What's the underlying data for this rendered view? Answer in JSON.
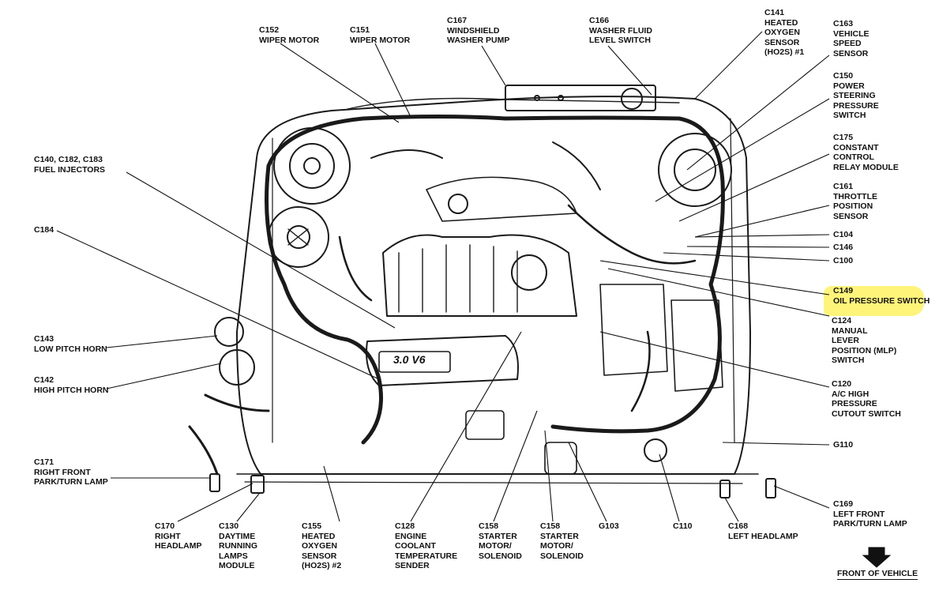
{
  "labels": {
    "c152": "C152\nWIPER MOTOR",
    "c151": "C151\nWIPER MOTOR",
    "c167": "C167\nWINDSHIELD\nWASHER PUMP",
    "c166": "C166\nWASHER FLUID\nLEVEL SWITCH",
    "c141": "C141\nHEATED\nOXYGEN\nSENSOR\n(HO2S) #1",
    "c163": "C163\nVEHICLE\nSPEED\nSENSOR",
    "c150": "C150\nPOWER\nSTEERING\nPRESSURE\nSWITCH",
    "c175": "C175\nCONSTANT\nCONTROL\nRELAY MODULE",
    "c161": "C161\nTHROTTLE\nPOSITION\nSENSOR",
    "c104": "C104",
    "c146": "C146",
    "c100": "C100",
    "c149": "C149\nOIL PRESSURE SWITCH",
    "c124": "C124\nMANUAL\nLEVER\nPOSITION (MLP)\nSWITCH",
    "c120": "C120\nA/C HIGH\nPRESSURE\nCUTOUT SWITCH",
    "g110": "G110",
    "c169": "C169\nLEFT FRONT\nPARK/TURN LAMP",
    "c168": "C168\nLEFT HEADLAMP",
    "c110": "C110",
    "g103": "G103",
    "c158a": "C158\nSTARTER\nMOTOR/\nSOLENOID",
    "c158b": "C158\nSTARTER\nMOTOR/\nSOLENOID",
    "c128": "C128\nENGINE\nCOOLANT\nTEMPERATURE\nSENDER",
    "c155": "C155\nHEATED\nOXYGEN\nSENSOR\n(HO2S) #2",
    "c130": "C130\nDAYTIME\nRUNNING\nLAMPS\nMODULE",
    "c170": "C170\nRIGHT\nHEADLAMP",
    "c171": "C171\nRIGHT FRONT\nPARK/TURN LAMP",
    "c142": "C142\nHIGH PITCH HORN",
    "c143": "C143\nLOW PITCH HORN",
    "c184": "C184",
    "c140": "C140, C182, C183\nFUEL INJECTORS"
  },
  "engine_badge": "3.0 V6",
  "front_of_vehicle": "FRONT OF VEHICLE",
  "highlight_color": "#fff36b"
}
